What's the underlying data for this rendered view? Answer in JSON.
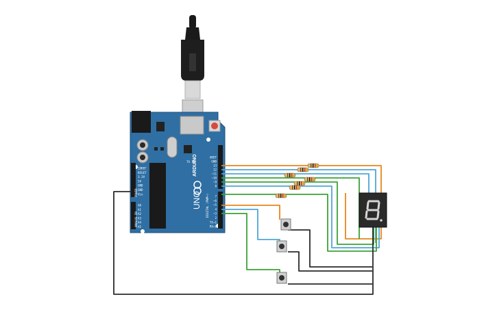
{
  "board": {
    "brand": "ARDUINO",
    "model": "UNO",
    "section_power": "POWER",
    "section_analog": "ANALOG IN",
    "section_digital": "DIGITAL (PWM~)",
    "power_pins": [
      "IOREF",
      "RESET",
      "3.3V",
      "5V",
      "GND",
      "GND",
      "Vin"
    ],
    "analog_pins": [
      "A0",
      "A1",
      "A2",
      "A3",
      "A4",
      "A5"
    ],
    "digital_top": [
      "AREF",
      "GND",
      "13",
      "12",
      "~11",
      "~10",
      "~9",
      "8"
    ],
    "digital_bottom": [
      "7",
      "~6",
      "~5",
      "4",
      "~3",
      "2",
      "TX→1",
      "RX←0"
    ],
    "led_labels": [
      "TX",
      "RX"
    ]
  },
  "display": {
    "digit": "8."
  },
  "colors": {
    "board": "#2f6fa3",
    "wire_orange": "#e8861a",
    "wire_blue": "#4fa6d6",
    "wire_green": "#3aa335",
    "wire_black": "#2a2a2a"
  }
}
